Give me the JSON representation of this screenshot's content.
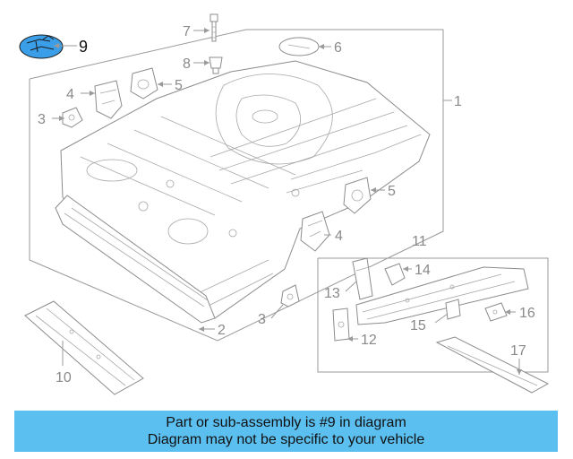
{
  "callouts": {
    "c1": "1",
    "c2": "2",
    "c3a": "3",
    "c3b": "3",
    "c4a": "4",
    "c4b": "4",
    "c5a": "5",
    "c5b": "5",
    "c6": "6",
    "c7": "7",
    "c8": "8",
    "c9": "9",
    "c10": "10",
    "c11": "11",
    "c12": "12",
    "c13": "13",
    "c14": "14",
    "c15": "15",
    "c16": "16",
    "c17": "17"
  },
  "highlight_color": "#3a9ee8",
  "banner": {
    "line1": "Part or sub-assembly is #9 in diagram",
    "line2": "Diagram may not be specific to your vehicle",
    "color": "#5bbff0"
  }
}
